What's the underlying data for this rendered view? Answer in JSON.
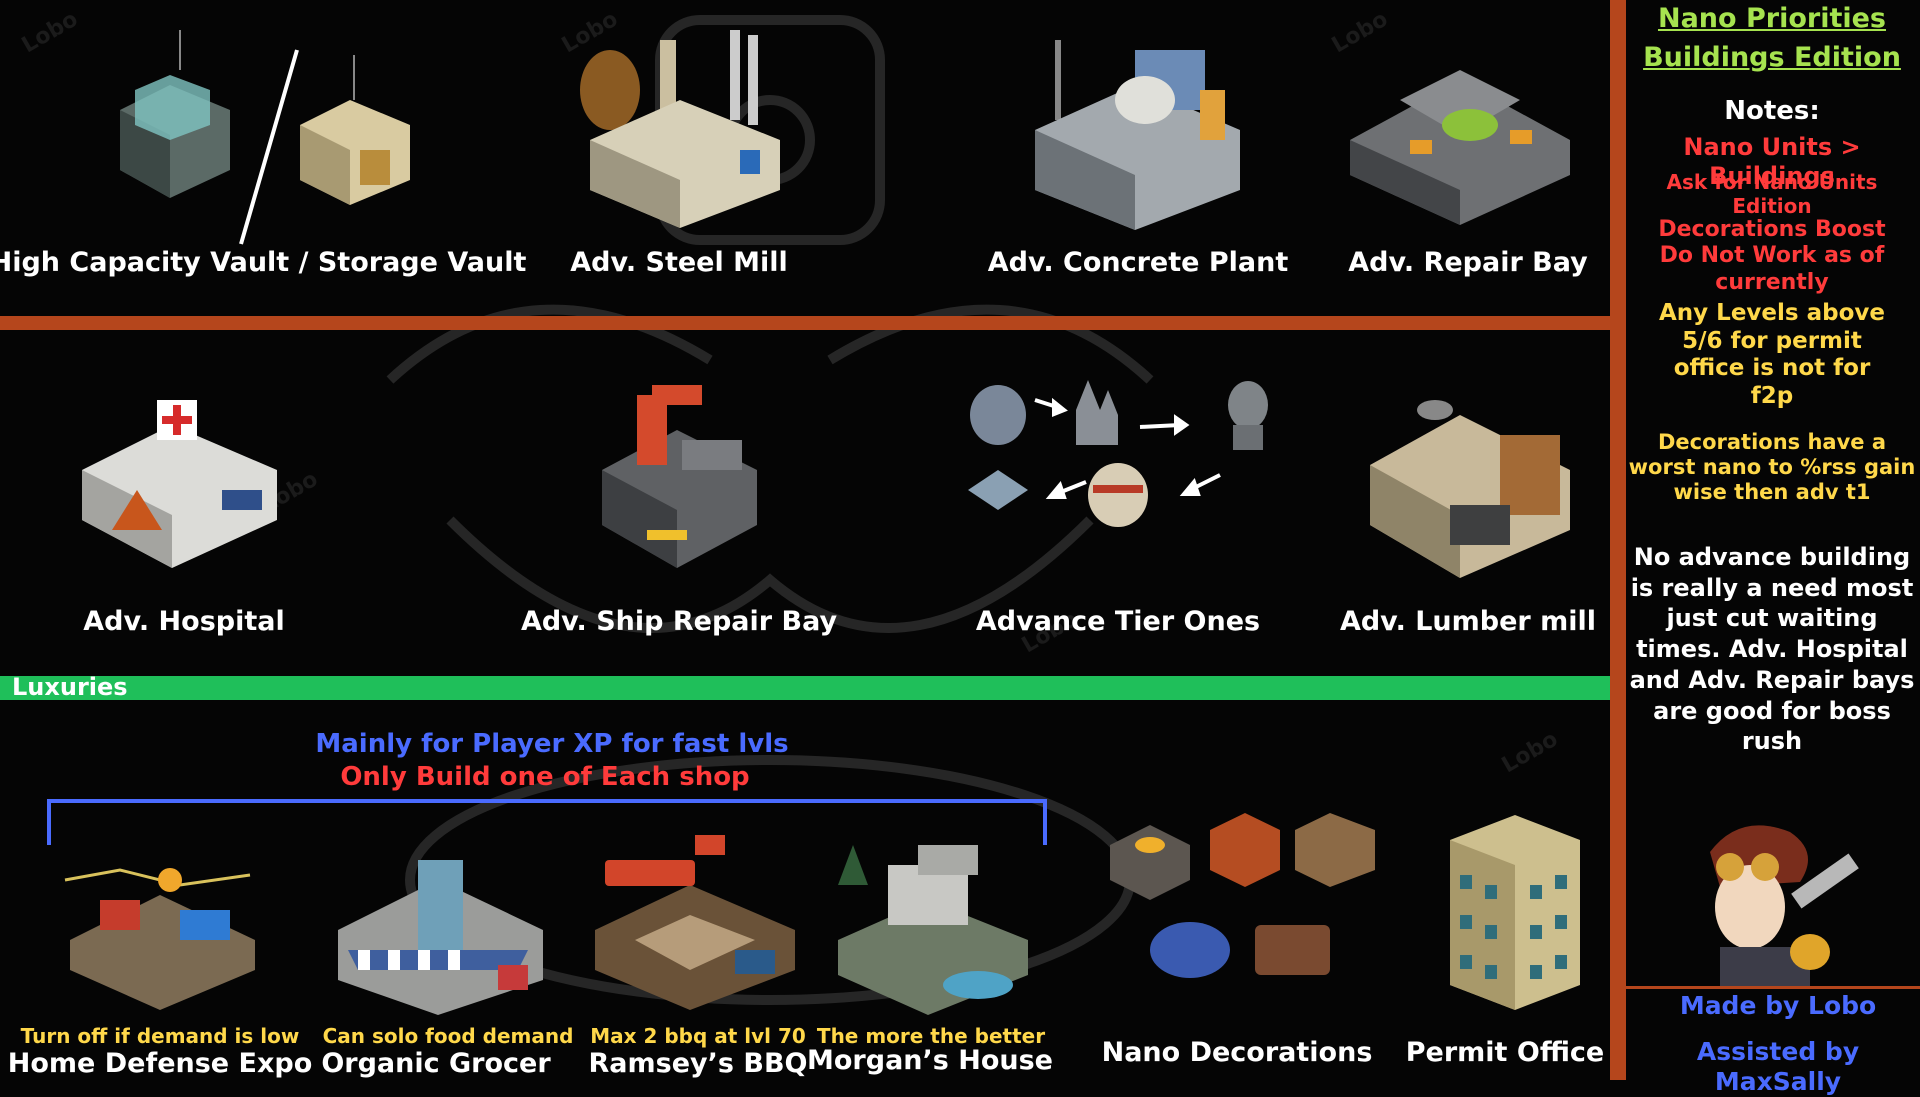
{
  "header": {
    "title_line1": "Nano Priorities",
    "title_line2": "Buildings Edition"
  },
  "colors": {
    "accent_orange": "#b5461c",
    "luxuries_green": "#1fbf5a",
    "title_green": "#a6e34f",
    "note_red": "#ff3b3b",
    "note_yellow": "#ffd84a",
    "blue": "#4a6bff"
  },
  "row1": {
    "vault_label": "High Capacity Vault / Storage Vault",
    "steel_label": "Adv. Steel Mill",
    "concrete_label": "Adv. Concrete Plant",
    "repair_label": "Adv. Repair Bay"
  },
  "row2": {
    "hospital_label": "Adv. Hospital",
    "ship_label": "Adv. Ship Repair Bay",
    "tier_label": "Advance Tier Ones",
    "lumber_label": "Adv. Lumber mill"
  },
  "luxuries": {
    "bar_label": "Luxuries",
    "note_blue": "Mainly for Player XP for fast lvls",
    "note_red": "Only Build one of Each shop",
    "items": [
      {
        "caption": "Turn off if demand is low",
        "name": "Home Defense Expo"
      },
      {
        "caption": "Can solo food demand",
        "name": "Organic Grocer"
      },
      {
        "caption": "Max 2  bbq at lvl 70",
        "name": "Ramsey’s BBQ"
      },
      {
        "caption": "The more the better",
        "name": "Morgan’s House"
      }
    ],
    "decorations_label": "Nano Decorations",
    "permit_label": "Permit Office"
  },
  "sidebar": {
    "notes_heading": "Notes:",
    "note1_line1": "Nano Units > Buildings",
    "note1_line2": "Ask for Nano Units Edition",
    "note2": "Decorations Boost Do Not Work as of currently",
    "note3": "Any Levels above 5/6 for permit office is not for f2p",
    "note4": "Decorations have a worst nano to %rss gain wise then adv t1",
    "note5": "No advance building is really a need most just cut waiting times. Adv. Hospital and Adv. Repair bays are good for boss rush",
    "credit1": "Made by Lobo",
    "credit2": "Assisted by MaxSally"
  },
  "icons": [
    "vault-icon",
    "storage-vault-icon",
    "steel-mill-icon",
    "concrete-plant-icon",
    "repair-bay-icon",
    "hospital-icon",
    "ship-repair-icon",
    "tier-one-icon",
    "lumber-mill-icon",
    "expo-icon",
    "grocer-icon",
    "bbq-icon",
    "house-icon",
    "decoration-icon",
    "permit-office-icon",
    "character-portrait"
  ]
}
